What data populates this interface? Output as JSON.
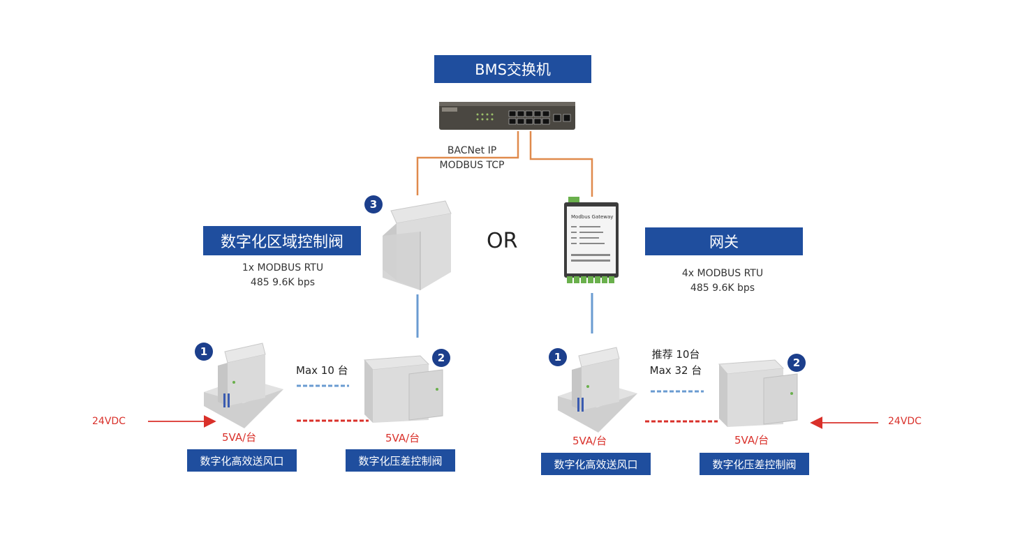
{
  "switch_label": "BMS交换机",
  "protocol_top": [
    "BACNet IP",
    "MODBUS TCP"
  ],
  "or_label": "OR",
  "left": {
    "zone_valve_label": "数字化区域控制阀",
    "bus_spec": [
      "1x MODBUS RTU",
      "485 9.6K bps"
    ],
    "badge_zone": "3",
    "badge_supply": "1",
    "badge_pressure": "2",
    "max_label": "Max 10 台",
    "power_label": "24VDC",
    "supply_power": "5VA/台",
    "pressure_power": "5VA/台",
    "supply_label": "数字化高效送风口",
    "pressure_label": "数字化压差控制阀"
  },
  "right": {
    "gateway_label": "网关",
    "gateway_screen_text": "Modbus Gateway",
    "bus_spec": [
      "4x MODBUS RTU",
      "485 9.6K bps"
    ],
    "badge_supply": "1",
    "badge_pressure": "2",
    "recommend_label": "推荐 10台",
    "max_label": "Max 32 台",
    "power_label": "24VDC",
    "supply_power": "5VA/台",
    "pressure_power": "5VA/台",
    "supply_label": "数字化高效送风口",
    "pressure_label": "数字化压差控制阀"
  },
  "colors": {
    "label_box": "#1f4e9e",
    "badge": "#1c3f8c",
    "cable": "#e08a4c",
    "comm_line": "#6a9bd1",
    "power_line": "#d9302a"
  }
}
